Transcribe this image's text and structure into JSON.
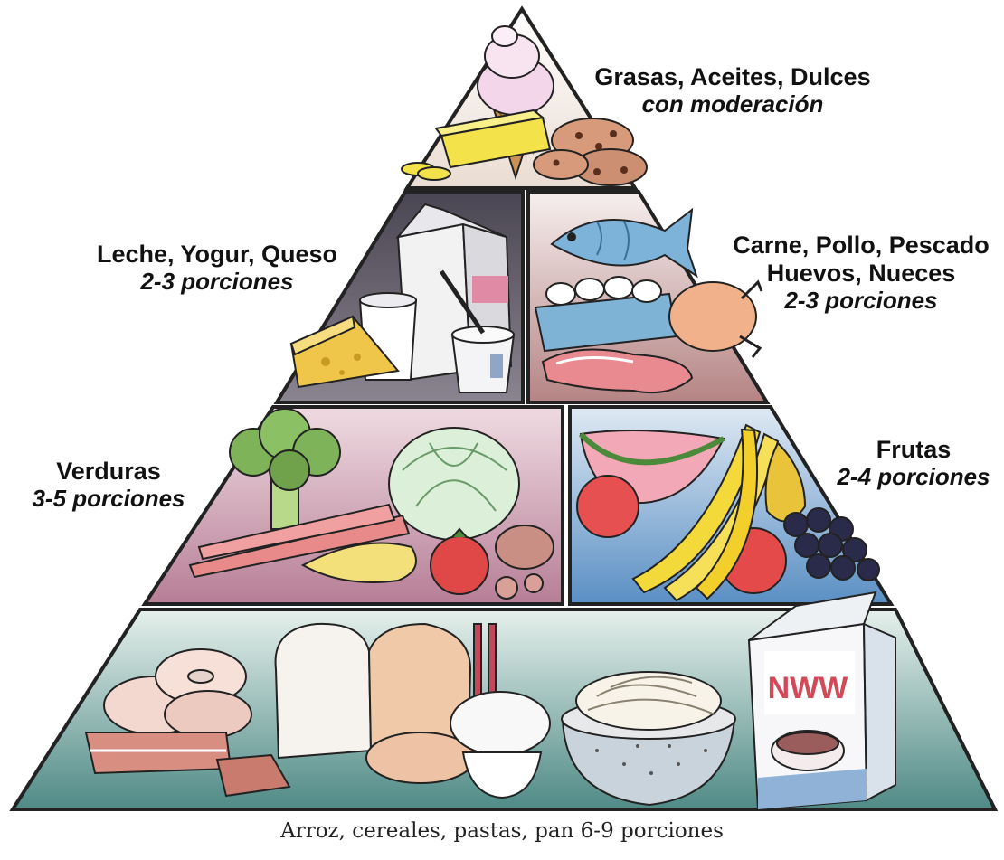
{
  "tiers": {
    "top": {
      "title": "Grasas, Aceites, Dulces",
      "subtitle": "con moderación"
    },
    "dairy": {
      "title": "Leche, Yogur, Queso",
      "subtitle": "2-3 porciones"
    },
    "protein": {
      "line1": "Carne, Pollo, Pescado",
      "line2": "Huevos, Nueces",
      "subtitle": "2-3 porciones"
    },
    "vegetables": {
      "title": "Verduras",
      "subtitle": "3-5 porciones"
    },
    "fruits": {
      "title": "Frutas",
      "subtitle": "2-4 porciones"
    },
    "grains": {
      "caption": "Arroz, cereales, pastas, pan 6-9 porciones"
    }
  },
  "icons": [
    "ice-cream-icon",
    "butter-icon",
    "cookie-icon",
    "milk-carton-icon",
    "glass-of-milk-icon",
    "yogurt-cup-icon",
    "cheese-icon",
    "fish-icon",
    "eggs-icon",
    "steak-icon",
    "chicken-icon",
    "broccoli-icon",
    "cabbage-icon",
    "carrot-icon",
    "potato-icon",
    "tomato-icon",
    "watermelon-icon",
    "banana-icon",
    "apple-icon",
    "pear-icon",
    "grapes-icon",
    "bagel-icon",
    "bread-loaf-icon",
    "rice-bowl-icon",
    "chopsticks-icon",
    "pasta-colander-icon",
    "cereal-box-icon"
  ],
  "cereal_box_text": "NWW",
  "colors": {
    "outline": "#222222",
    "top_bg": "#f4ece4",
    "dairy_bg": "#6f6a78",
    "protein_bg": "#c9a0a0",
    "veg_bg": "#d9a9b8",
    "fruit_bg": "#8fb6d8",
    "grain_bg": "#cfe2dc"
  }
}
